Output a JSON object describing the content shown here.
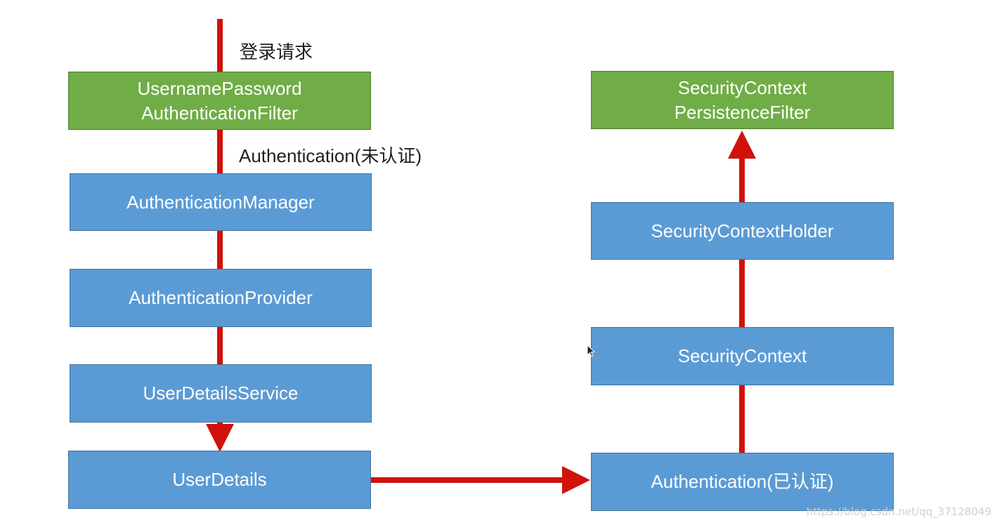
{
  "colors": {
    "arrow": "#d0120b",
    "filter_box": "#70ad47",
    "component_box": "#5b9bd5"
  },
  "labels": {
    "login_request": "登录请求",
    "auth_unauthenticated": "Authentication(未认证)"
  },
  "left_column": {
    "filter": {
      "line1": "UsernamePassword",
      "line2": "AuthenticationFilter"
    },
    "manager": "AuthenticationManager",
    "provider": "AuthenticationProvider",
    "user_details_service": "UserDetailsService",
    "user_details": "UserDetails"
  },
  "right_column": {
    "filter": {
      "line1": "SecurityContext",
      "line2": "PersistenceFilter"
    },
    "holder": "SecurityContextHolder",
    "context": "SecurityContext",
    "authenticated": "Authentication(已认证)"
  },
  "watermark": "https://blog.csdn.net/qq_37128049",
  "cursor_icon": "mouse-pointer-icon"
}
